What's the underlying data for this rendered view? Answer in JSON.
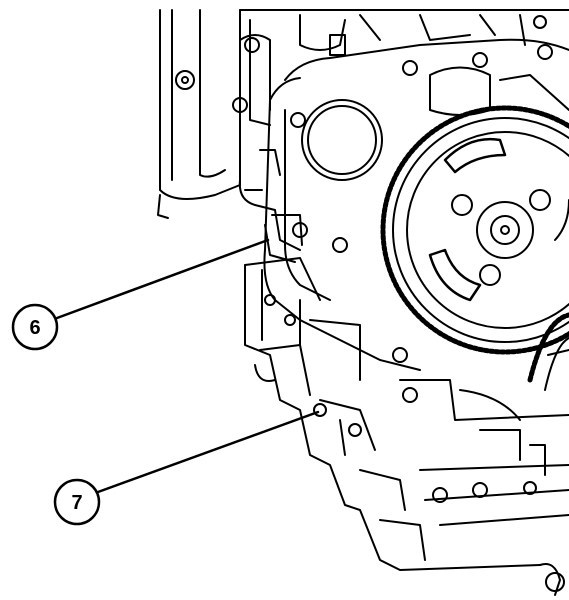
{
  "diagram": {
    "ink_color": "#000000",
    "paper_color": "#ffffff",
    "callouts": [
      {
        "id": "callout-6",
        "label": "6"
      },
      {
        "id": "callout-7",
        "label": "7"
      }
    ]
  }
}
